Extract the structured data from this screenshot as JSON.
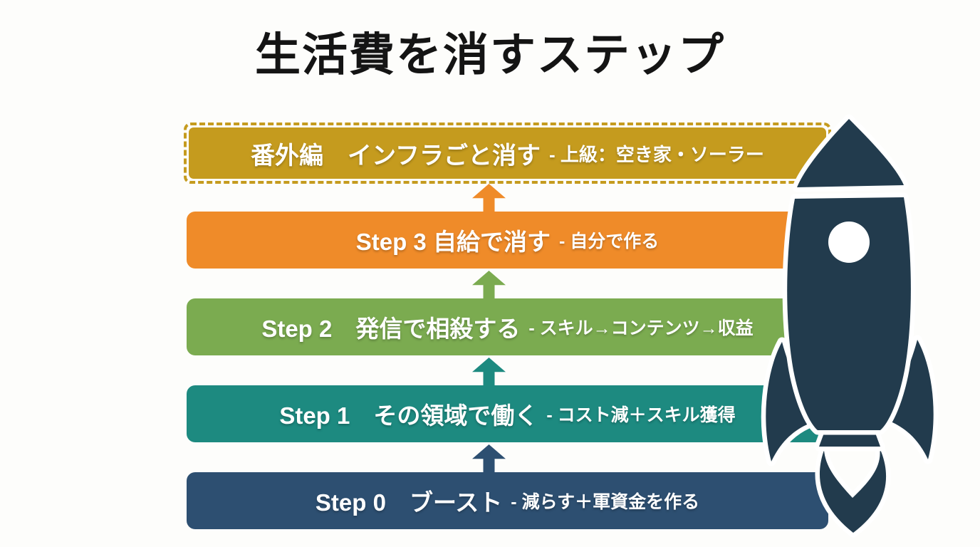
{
  "title": "生活費を消すステップ",
  "steps": [
    {
      "id": "bonus",
      "main": "番外編　インフラごと消す",
      "sub": "- 上級：空き家・ソーラー",
      "color": "#c59b1e",
      "border": "dashed"
    },
    {
      "id": "step3",
      "main": "Step 3 自給で消す",
      "sub": "- 自分で作る",
      "color": "#ef8b29"
    },
    {
      "id": "step2",
      "main": "Step 2　発信で相殺する",
      "sub": "- スキル→コンテンツ→収益",
      "color": "#7bab50"
    },
    {
      "id": "step1",
      "main": "Step 1　その領域で働く",
      "sub": "- コスト減＋スキル獲得",
      "color": "#1d8a80"
    },
    {
      "id": "step0",
      "main": "Step 0　ブースト",
      "sub": "- 減らす＋軍資金を作る",
      "color": "#2d4f71"
    }
  ],
  "rocket": {
    "color": "#223b4d",
    "window_color": "#ffffff",
    "outline_color": "#ffffff"
  },
  "background_color": "#fdfdfb",
  "title_color": "#141414"
}
